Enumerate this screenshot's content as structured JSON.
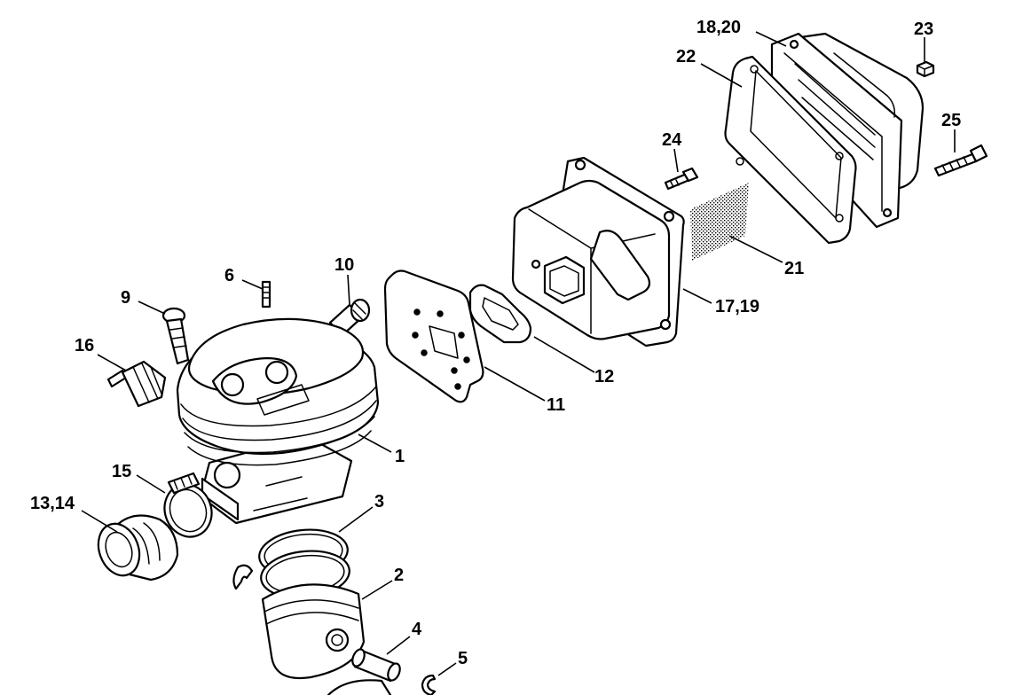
{
  "callouts": {
    "c1": "1",
    "c2": "2",
    "c3": "3",
    "c4": "4",
    "c5": "5",
    "c6": "6",
    "c9": "9",
    "c10": "10",
    "c11": "11",
    "c12": "12",
    "c13_14": "13,14",
    "c15": "15",
    "c16": "16",
    "c17_19": "17,19",
    "c18_20": "18,20",
    "c21": "21",
    "c22": "22",
    "c23": "23",
    "c24": "24",
    "c25": "25"
  }
}
